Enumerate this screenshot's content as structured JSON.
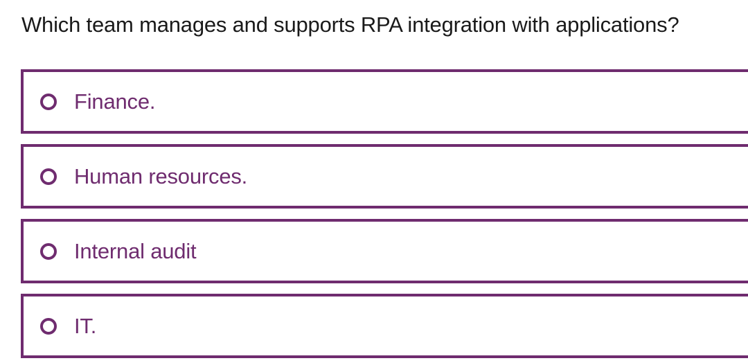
{
  "question": {
    "text": "Which team manages and supports RPA integration with applications?"
  },
  "options": [
    {
      "label": "Finance.",
      "selected": false
    },
    {
      "label": "Human resources.",
      "selected": false
    },
    {
      "label": "Internal audit",
      "selected": false
    },
    {
      "label": "IT.",
      "selected": false
    }
  ],
  "colors": {
    "accent": "#6f2c6f",
    "question_text": "#1a1a1a",
    "background": "#ffffff"
  },
  "icons": {
    "option_marker": "radio-unselected-icon"
  }
}
